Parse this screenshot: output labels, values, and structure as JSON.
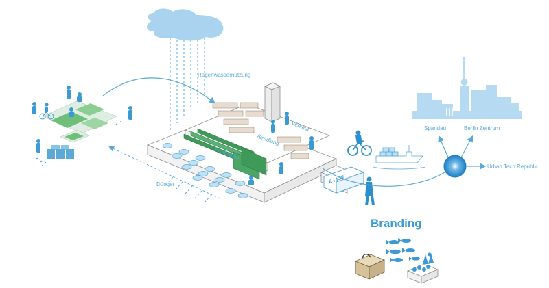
{
  "labels": {
    "rain": "Regenwassernutzung",
    "sale": "Verkauf",
    "refinement": "Veredlung",
    "production": "Produktion",
    "fertilizer": "Dünger",
    "spandau": "Spandau",
    "berlin_center": "Berlin Zentrum",
    "urban_tech": "Urban Tech Republic",
    "branding": "Branding",
    "van": "E-LKW"
  },
  "colors": {
    "accent": "#5aa9d6",
    "accent_dark": "#2f8fcc",
    "cloud": "#a9d3ef",
    "skyline": "#b5daf2",
    "green": "#3f9a5a",
    "line": "#8a8a8a"
  },
  "icons": {
    "cloud": "cloud-icon",
    "skyline": "berlin-skyline-icon",
    "hub": "distribution-hub-icon",
    "cyclist": "cyclist-icon",
    "ship": "cargo-ship-icon",
    "van": "electric-van-icon",
    "fish": "fish-icon",
    "package": "package-icon"
  }
}
